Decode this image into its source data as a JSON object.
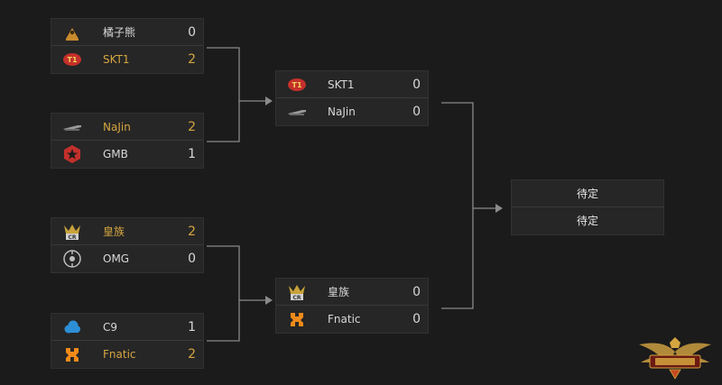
{
  "round1": [
    {
      "teams": [
        {
          "name": "橘子熊",
          "score": "0",
          "win": false,
          "logo": "orange-bear-logo"
        },
        {
          "name": "SKT1",
          "score": "2",
          "win": true,
          "logo": "skt1-logo"
        }
      ]
    },
    {
      "teams": [
        {
          "name": "NaJin",
          "score": "2",
          "win": true,
          "logo": "najin-logo"
        },
        {
          "name": "GMB",
          "score": "1",
          "win": false,
          "logo": "gmb-logo"
        }
      ]
    },
    {
      "teams": [
        {
          "name": "皇族",
          "score": "2",
          "win": true,
          "logo": "royal-club-logo"
        },
        {
          "name": "OMG",
          "score": "0",
          "win": false,
          "logo": "omg-logo"
        }
      ]
    },
    {
      "teams": [
        {
          "name": "C9",
          "score": "1",
          "win": false,
          "logo": "cloud9-logo"
        },
        {
          "name": "Fnatic",
          "score": "2",
          "win": true,
          "logo": "fnatic-logo"
        }
      ]
    }
  ],
  "round2": [
    {
      "teams": [
        {
          "name": "SKT1",
          "score": "0",
          "win": false,
          "logo": "skt1-logo"
        },
        {
          "name": "NaJin",
          "score": "0",
          "win": false,
          "logo": "najin-logo"
        }
      ]
    },
    {
      "teams": [
        {
          "name": "皇族",
          "score": "0",
          "win": false,
          "logo": "royal-club-logo"
        },
        {
          "name": "Fnatic",
          "score": "0",
          "win": false,
          "logo": "fnatic-logo"
        }
      ]
    }
  ],
  "final": {
    "slots": [
      "待定",
      "待定"
    ]
  },
  "colors": {
    "winner": "#d6a640",
    "text": "#d8d8d8",
    "connector": "#8a8a8a",
    "background": "#1b1b1b"
  },
  "emblem": {
    "icon": "league-of-legends-emblem"
  }
}
